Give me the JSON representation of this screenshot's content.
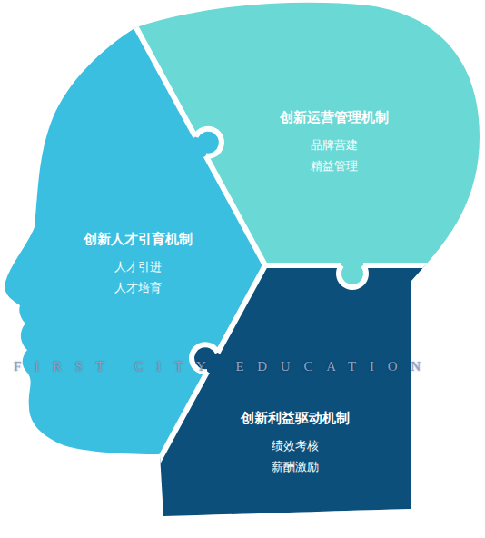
{
  "diagram": {
    "nodes": [
      {
        "text": [
          "创新运营管理机制",
          "品牌营建",
          "精益管理"
        ]
      },
      {
        "text": [
          "创新人才引育机制",
          "人才引进",
          "人才培育"
        ]
      },
      {
        "text": [
          "创新利益驱动机制",
          "绩效考核",
          "薪酬激励"
        ]
      }
    ],
    "labels": [
      "FIRST CITY EDUCATION"
    ]
  }
}
